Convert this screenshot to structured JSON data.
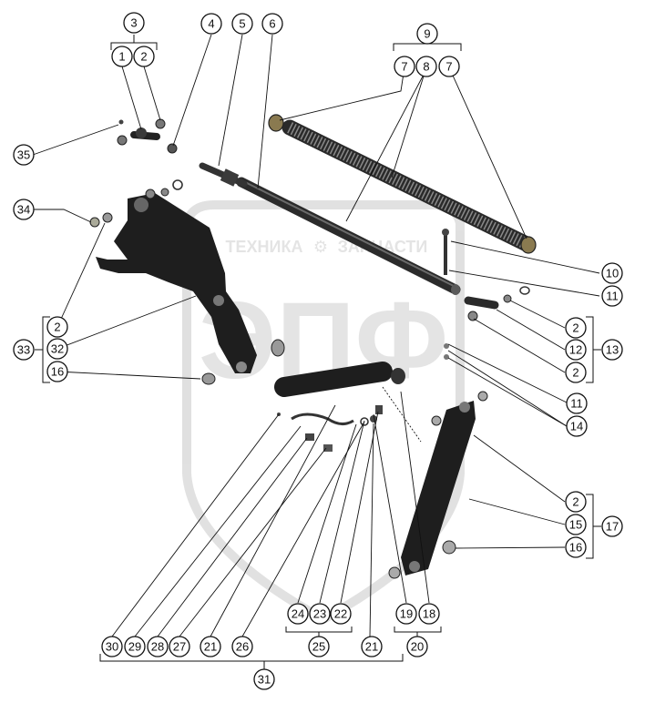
{
  "watermark": {
    "brand_line": "ТЕХНИКА",
    "brand_line2": "ЗАПЧАСТИ",
    "logo_letters": "ЭПФ"
  },
  "callouts": {
    "c1": "1",
    "c2": "2",
    "c3": "3",
    "c4": "4",
    "c5": "5",
    "c6": "6",
    "c7a": "7",
    "c7b": "7",
    "c8": "8",
    "c9": "9",
    "c10": "10",
    "c11a": "11",
    "c11b": "11",
    "c12": "12",
    "c13": "13",
    "c14": "14",
    "c2_upper_right": "2",
    "c2_mid_right": "2",
    "c2_lower_right": "2",
    "c2_left": "2",
    "c15": "15",
    "c16_right": "16",
    "c16_left": "16",
    "c17": "17",
    "c18": "18",
    "c19": "19",
    "c20": "20",
    "c21a": "21",
    "c21b": "21",
    "c22": "22",
    "c23": "23",
    "c24": "24",
    "c25": "25",
    "c26": "26",
    "c27": "27",
    "c28": "28",
    "c29": "29",
    "c30": "30",
    "c31": "31",
    "c32": "32",
    "c33": "33",
    "c34": "34",
    "c35": "35"
  }
}
